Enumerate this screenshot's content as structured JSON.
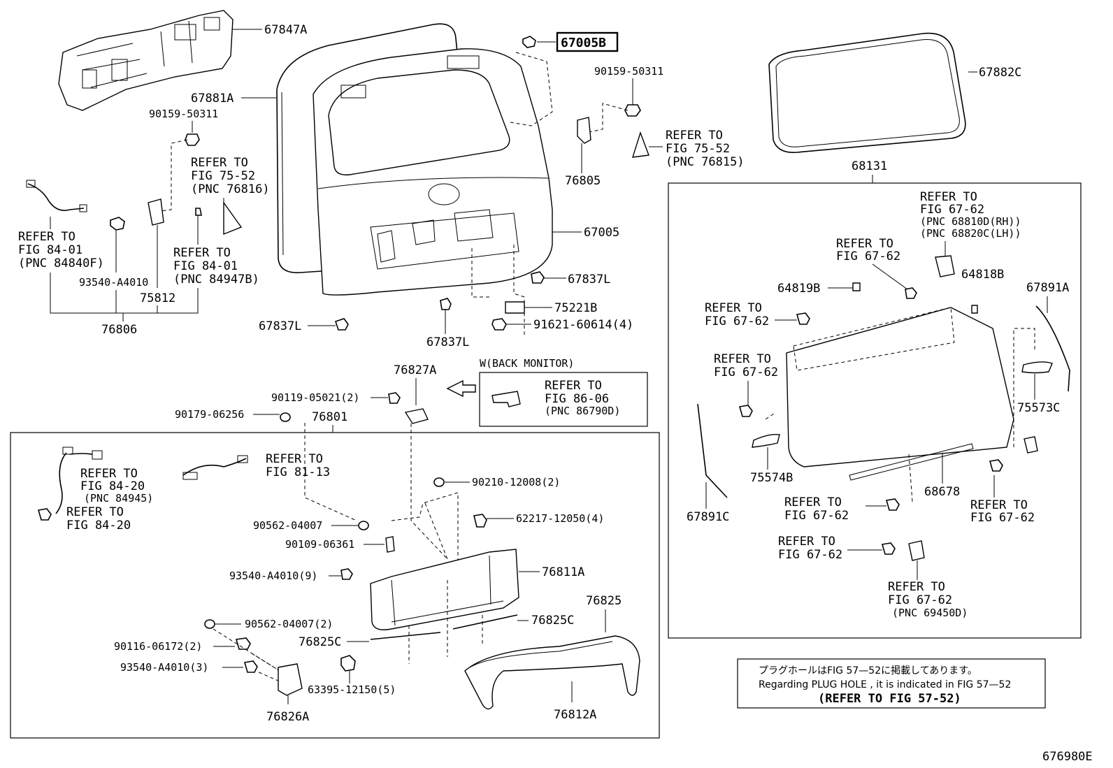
{
  "labels": {
    "p67847A": "67847A",
    "p67005B": "67005B",
    "p67882C": "67882C",
    "p67881A": "67881A",
    "s90159a": "90159-50311",
    "s90159b": "90159-50311",
    "refer_75_52_a": "REFER TO",
    "refer_75_52_a2": "FIG 75-52",
    "refer_75_52_a3": "(PNC 76816)",
    "refer_75_52_b": "REFER TO",
    "refer_75_52_b2": "FIG 75-52",
    "refer_75_52_b3": "(PNC 76815)",
    "p76805": "76805",
    "p68131": "68131",
    "refer_84_01_a": "REFER TO",
    "refer_84_01_a2": "FIG 84-01",
    "refer_84_01_a3": "(PNC 84840F)",
    "refer_84_01_b": "REFER TO",
    "refer_84_01_b2": "FIG 84-01",
    "refer_84_01_b3": "(PNC 84947B)",
    "s93540a": "93540-A4010",
    "p75812": "75812",
    "p76806": "76806",
    "p67005": "67005",
    "p67837L_a": "67837L",
    "p67837L_b": "67837L",
    "p67837L_c": "67837L",
    "p75221B": "75221B",
    "s91621": "91621-60614(4)",
    "refer_67_62_hinge": "REFER TO",
    "refer_67_62_hinge2": "FIG 67-62",
    "refer_67_62_hinge3": "(PNC 68810D(RH))",
    "refer_67_62_hinge4": "(PNC 68820C(LH))",
    "refer_67_62_a": "REFER TO",
    "refer_67_62_a2": "FIG 67-62",
    "p64819B": "64819B",
    "p64818B": "64818B",
    "p67891A": "67891A",
    "refer_67_62_b": "REFER TO",
    "refer_67_62_b2": "FIG 67-62",
    "refer_67_62_c": "REFER TO",
    "refer_67_62_c2": "FIG 67-62",
    "p75573C": "75573C",
    "p75574B": "75574B",
    "p68678": "68678",
    "p67891C": "67891C",
    "refer_67_62_d": "REFER TO",
    "refer_67_62_d2": "FIG 67-62",
    "refer_67_62_e": "REFER TO",
    "refer_67_62_e2": "FIG 67-62",
    "refer_67_62_f": "REFER TO",
    "refer_67_62_f2": "FIG 67-62",
    "refer_67_62_g": "REFER TO",
    "refer_67_62_g2": "FIG 67-62",
    "refer_67_62_g3": "(PNC 69450D)",
    "w_back_monitor": "W(BACK MONITOR)",
    "p76827A": "76827A",
    "refer_86_06": "REFER TO",
    "refer_86_06_2": "FIG 86-06",
    "refer_86_06_3": "(PNC 86790D)",
    "s90119": "90119-05021(2)",
    "s90179": "90179-06256",
    "p76801": "76801",
    "refer_84_20_a": "REFER TO",
    "refer_84_20_a2": "FIG 84-20",
    "refer_84_20_a3": "(PNC 84945)",
    "refer_84_20_b": "REFER TO",
    "refer_84_20_b2": "FIG 84-20",
    "refer_81_13": "REFER TO",
    "refer_81_13_2": "FIG 81-13",
    "s90210": "90210-12008(2)",
    "s62217": "62217-12050(4)",
    "s90562a": "90562-04007",
    "s90109": "90109-06361",
    "s93540b": "93540-A4010(9)",
    "p76811A": "76811A",
    "p76825": "76825",
    "p76825C_a": "76825C",
    "p76825C_b": "76825C",
    "s90562b": "90562-04007(2)",
    "s90116": "90116-06172(2)",
    "s93540c": "93540-A4010(3)",
    "s63395": "63395-12150(5)",
    "p76826A": "76826A",
    "p76812A": "76812A",
    "note_jp": "プラグホールはFIG 57—52に掲載してあります。",
    "note_en": "Regarding  PLUG  HOLE , it is indicated in  FIG  57—52",
    "note_ref": "(REFER TO FIG 57-52)",
    "figure_id": "676980E"
  },
  "highlighted_part": "67005B"
}
